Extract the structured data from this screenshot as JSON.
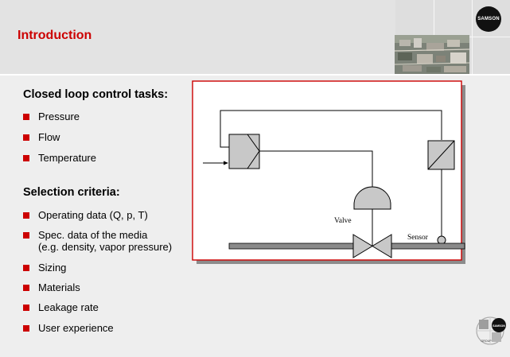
{
  "header": {
    "title": "Introduction",
    "logo_text": "SAMSON"
  },
  "sections": [
    {
      "heading": "Closed loop control tasks:",
      "items": [
        "Pressure",
        "Flow",
        "Temperature"
      ]
    },
    {
      "heading": "Selection criteria:",
      "items": [
        "Operating data (Q, p, T)",
        "Spec. data of the media",
        "(e.g. density, vapor pressure)",
        "Sizing",
        "Materials",
        "Leakage rate",
        "User experience"
      ]
    }
  ],
  "diagram": {
    "valve_label": "Valve",
    "sensor_label": "Sensor"
  },
  "footer_logo": {
    "brand": "SAMSON",
    "group": "GROUP"
  },
  "colors": {
    "accent": "#cc0000",
    "diagram_border": "#cc0000",
    "box_fill": "#c8c8c8"
  }
}
